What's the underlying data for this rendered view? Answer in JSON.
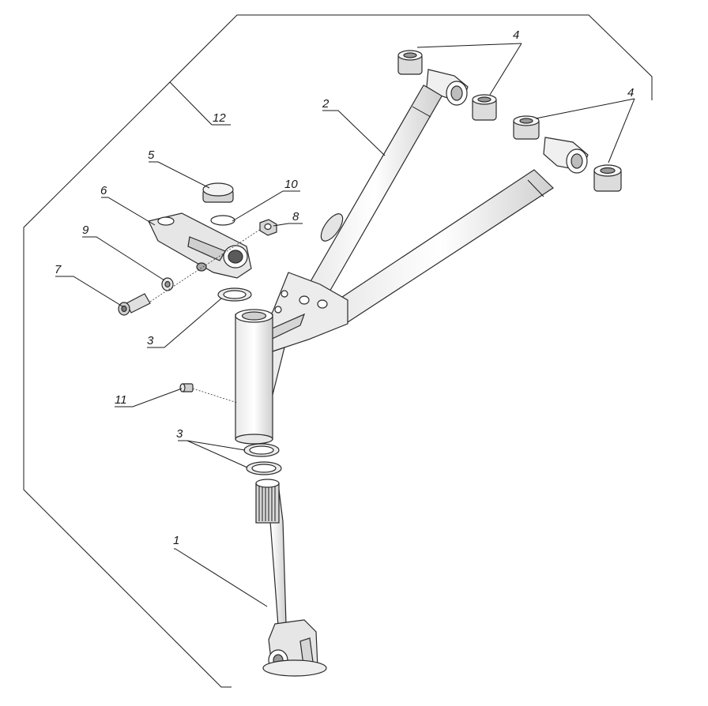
{
  "callouts": {
    "c1": "1",
    "c2": "2",
    "c3a": "3",
    "c3b": "3",
    "c4a": "4",
    "c4b": "4",
    "c5": "5",
    "c6": "6",
    "c7": "7",
    "c8": "8",
    "c9": "9",
    "c10": "10",
    "c11": "11",
    "c12": "12"
  },
  "colors": {
    "outline": "#1a1a1a",
    "part_fill": "#f2f2f2",
    "part_shade": "#d9d9d9"
  }
}
